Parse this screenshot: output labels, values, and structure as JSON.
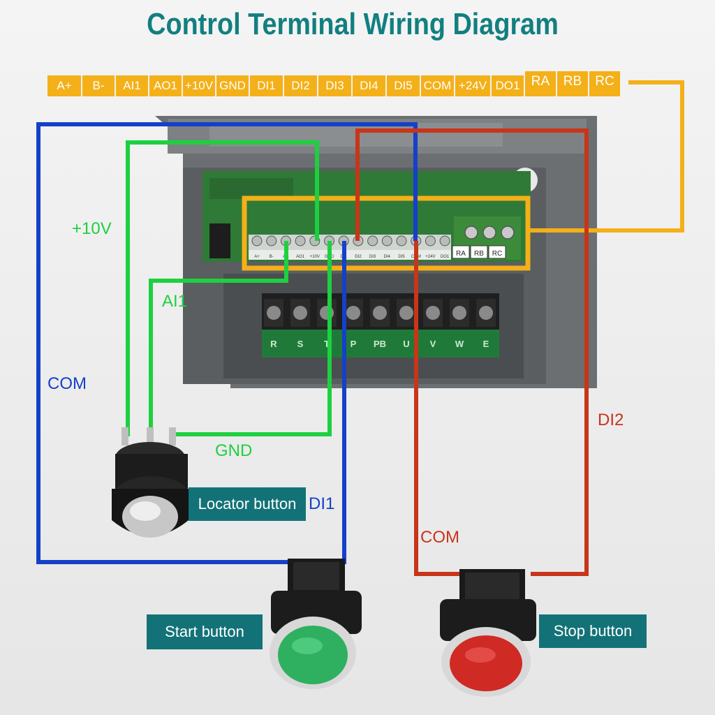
{
  "title": "Control Terminal Wiring Diagram",
  "terminals": [
    "A+",
    "B-",
    "AI1",
    "AO1",
    "+10V",
    "GND",
    "DI1",
    "DI2",
    "DI3",
    "DI4",
    "DI5",
    "COM",
    "+24V",
    "DO1",
    "RA",
    "RB",
    "RC"
  ],
  "board_terminal_labels": [
    "A+",
    "B-",
    "AI1",
    "AO1",
    "+10V",
    "GND",
    "DI1",
    "DI2",
    "DI3",
    "DI4",
    "DI5",
    "COM",
    "+24V",
    "DO1"
  ],
  "relay_labels": [
    "RA",
    "RB",
    "RC"
  ],
  "power_terminal_labels": [
    "R",
    "S",
    "T",
    "P",
    "PB",
    "U",
    "V",
    "W",
    "E"
  ],
  "wire_labels": {
    "plus10v": "+10V",
    "ai1": "AI1",
    "com_left": "COM",
    "gnd": "GND",
    "di1": "DI1",
    "di2": "DI2",
    "com_right": "COM"
  },
  "components": {
    "locator": "Locator button",
    "start": "Start button",
    "stop": "Stop button"
  },
  "colors": {
    "title": "#127f80",
    "terminal_tag": "#f4b018",
    "wire_green": "#1ed040",
    "wire_blue": "#1540c8",
    "wire_red": "#c8351a",
    "wire_yellow": "#f4b018",
    "label_box": "#137277"
  }
}
